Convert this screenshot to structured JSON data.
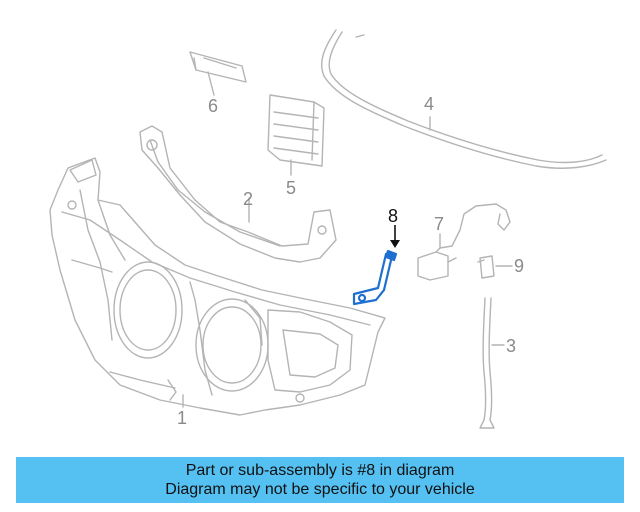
{
  "callouts": {
    "c1": "1",
    "c2": "2",
    "c3": "3",
    "c4": "4",
    "c5": "5",
    "c6": "6",
    "c7": "7",
    "c8": "8",
    "c9": "9"
  },
  "highlight_color": "#1f6fd0",
  "banner": {
    "line1": "Part or sub-assembly is #8 in diagram",
    "line2": "Diagram may not be specific to your vehicle",
    "color": "#55c0f2"
  }
}
